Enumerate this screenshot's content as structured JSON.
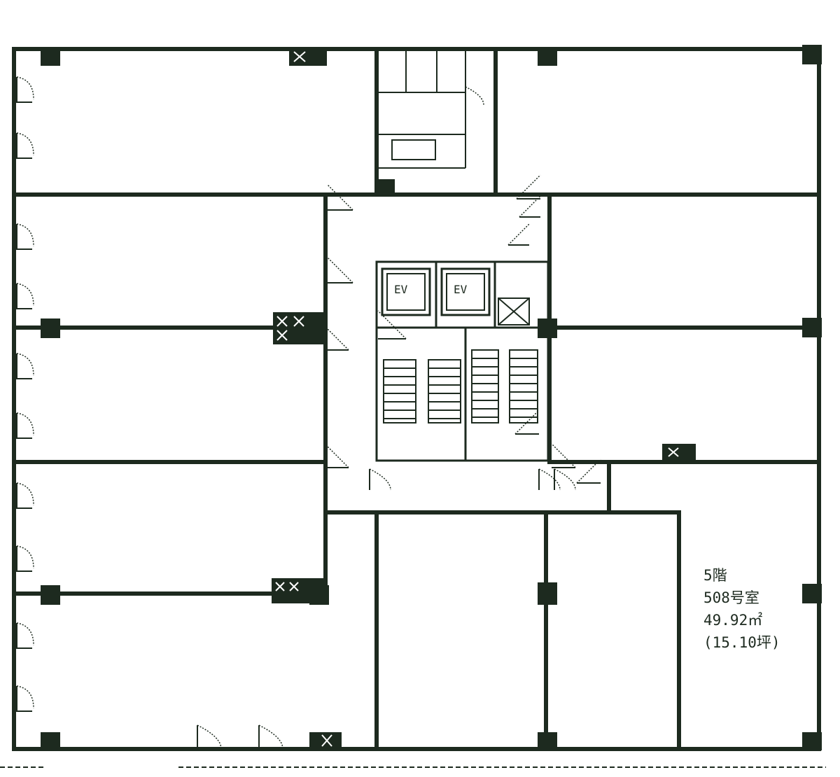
{
  "floor_plan": {
    "elevators": [
      {
        "label": "EV"
      },
      {
        "label": "EV"
      }
    ],
    "unit": {
      "floor": "5階",
      "room": "508号室",
      "area_m2": "49.92㎡",
      "area_tsubo": "(15.10坪)"
    }
  }
}
